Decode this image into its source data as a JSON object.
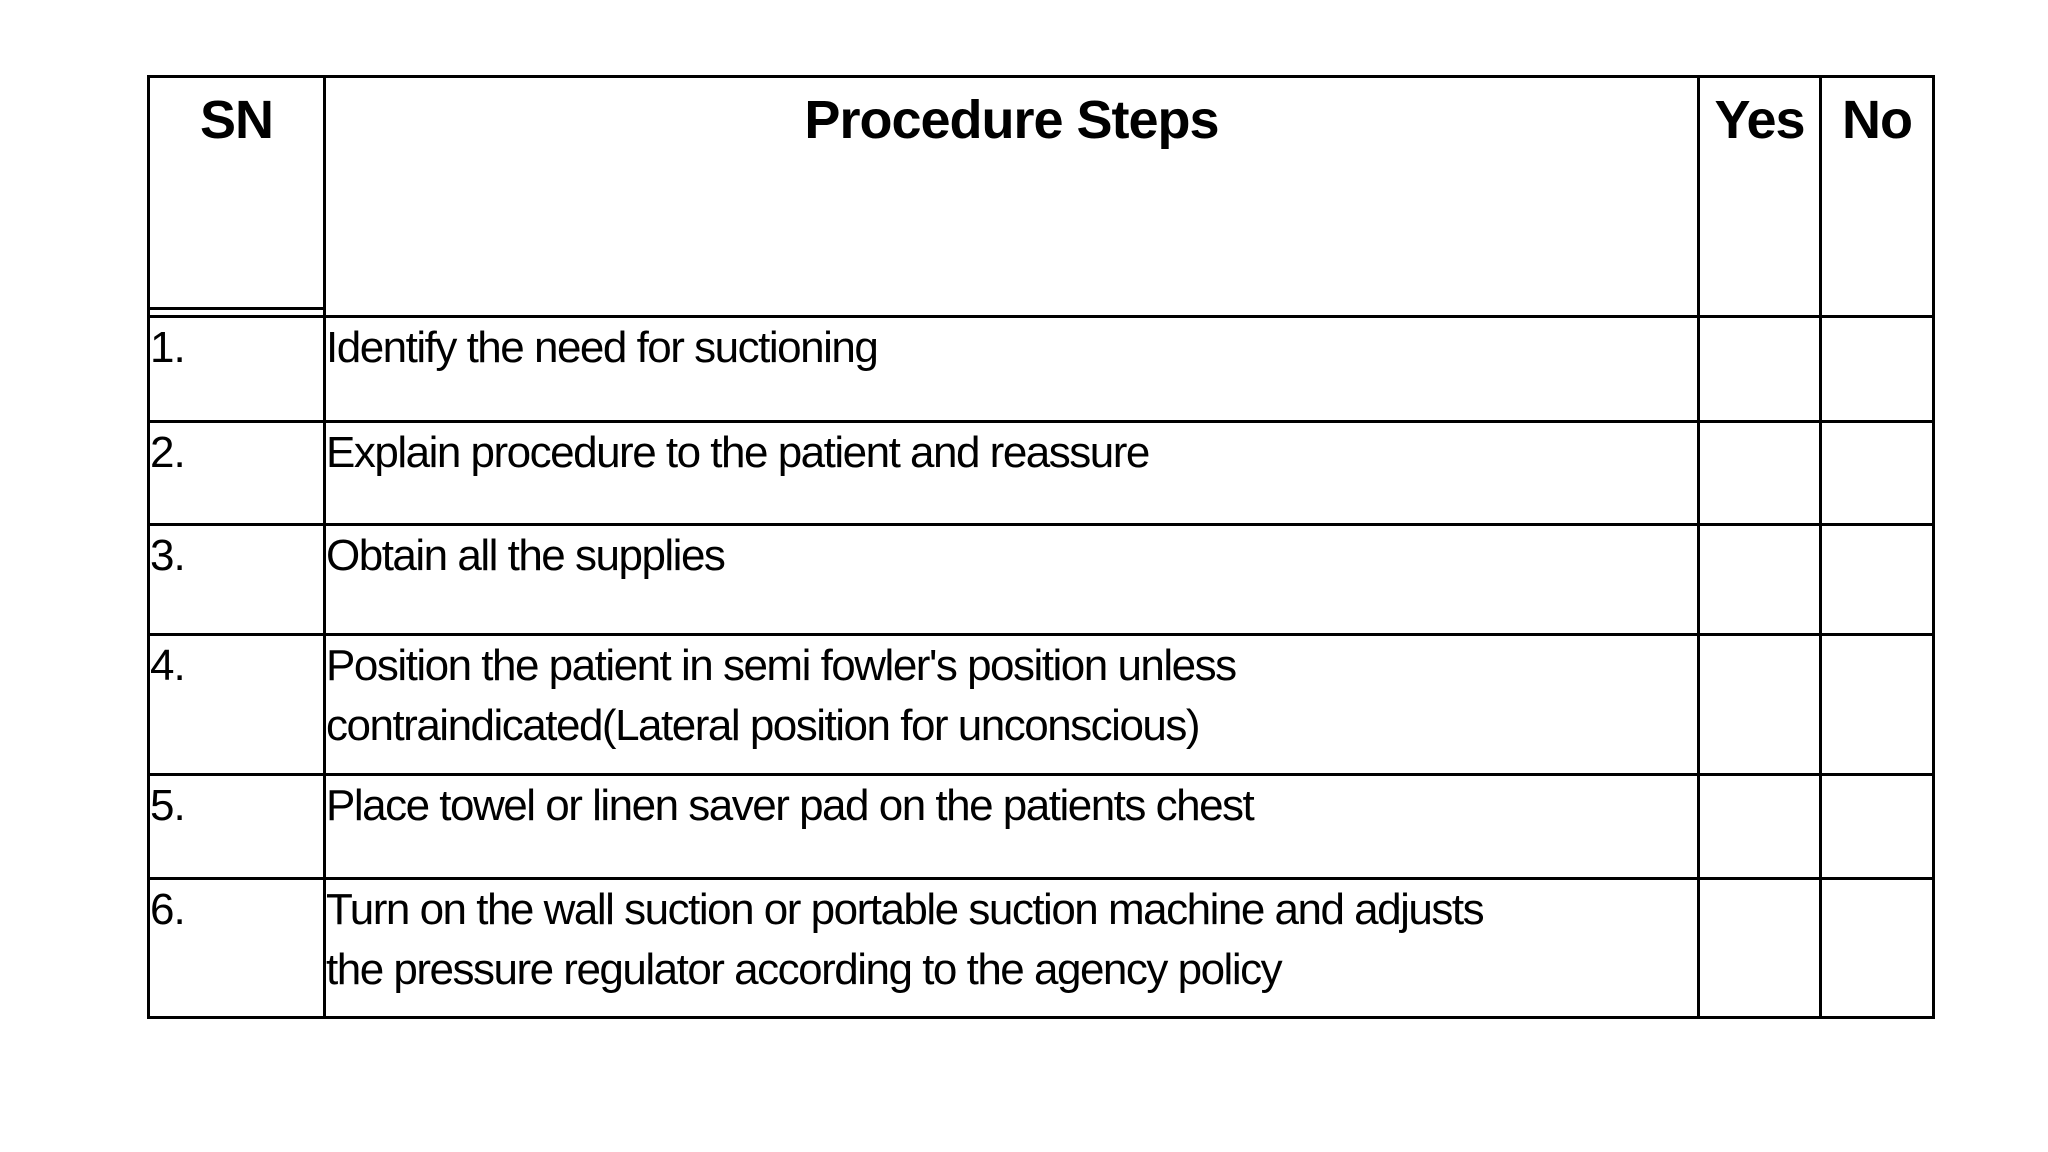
{
  "page": {
    "background_color": "#ffffff",
    "border_color": "#000000",
    "text_color": "#000000"
  },
  "table": {
    "headers": {
      "sn": "SN",
      "steps": "Procedure Steps",
      "yes": "Yes",
      "no": "No"
    },
    "rows": [
      {
        "sn": "1.",
        "step": "Identify the need for suctioning",
        "yes": "",
        "no": ""
      },
      {
        "sn": "2.",
        "step": "Explain procedure to the patient and reassure",
        "yes": "",
        "no": ""
      },
      {
        "sn": "3.",
        "step": "Obtain all the supplies",
        "yes": "",
        "no": ""
      },
      {
        "sn": "4.",
        "step": "Position the patient in semi fowler's position unless\ncontraindicated(Lateral position for unconscious)",
        "yes": "",
        "no": ""
      },
      {
        "sn": "5.",
        "step": "Place towel or linen saver pad on the patients chest",
        "yes": "",
        "no": ""
      },
      {
        "sn": "6.",
        "step": "Turn on the wall suction or portable suction machine and adjusts\nthe pressure regulator according to the agency policy",
        "yes": "",
        "no": ""
      }
    ]
  }
}
